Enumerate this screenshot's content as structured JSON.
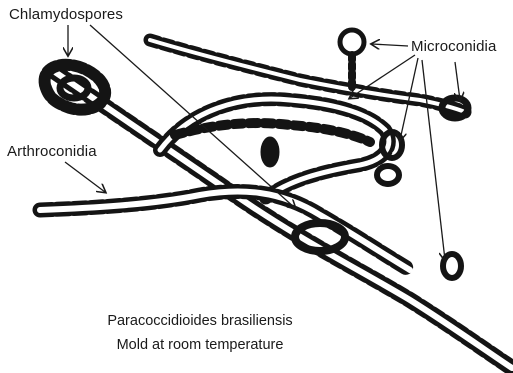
{
  "labels": {
    "chlamydospores": "Chlamydospores",
    "microconidia": "Microconidia",
    "arthroconidia": "Arthroconidia"
  },
  "caption": {
    "line1": "Paracoccidioides brasiliensis",
    "line2": "Mold at room temperature"
  },
  "colors": {
    "ink": "#141414",
    "paper": "#ffffff"
  }
}
